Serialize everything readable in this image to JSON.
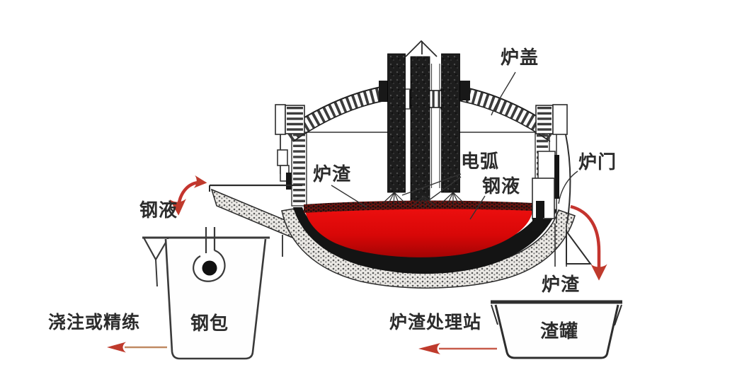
{
  "diagram": {
    "title_implied": "电弧炉炼钢示意图",
    "labels": {
      "lid": "炉盖",
      "door": "炉门",
      "arc": "电弧",
      "steel_inner": "钢液",
      "slag_inner": "炉渣",
      "steel_left": "钢液",
      "ladle": "钢包",
      "pour_refine": "浇注或精练",
      "slag_station": "炉渣处理站",
      "slag_pot": "渣罐",
      "slag_right": "炉渣"
    },
    "colors": {
      "molten_steel": "#d90808",
      "flow_arrow": "#c4342e",
      "line": "#2f2f2f",
      "background": "#ffffff"
    }
  }
}
